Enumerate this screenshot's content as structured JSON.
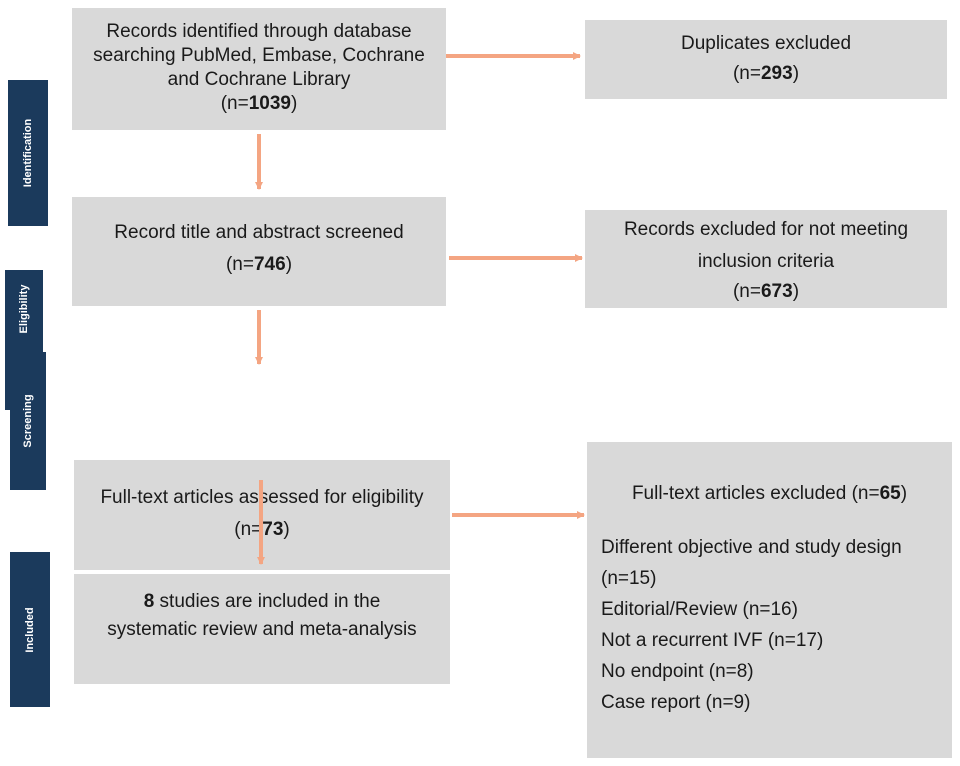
{
  "stages": {
    "identification": "Identification",
    "eligibility": "Eligibility",
    "screening": "Screening",
    "included": "Included"
  },
  "boxes": {
    "records_identified": {
      "line1": "Records identified through database",
      "line2": "searching PubMed, Embase, Cochrane",
      "line3": "and Cochrane Library",
      "count_prefix": "(n=",
      "count": "1039",
      "count_suffix": ")"
    },
    "duplicates": {
      "line1": "Duplicates excluded",
      "count_prefix": "(n=",
      "count": "293",
      "count_suffix": ")"
    },
    "screened": {
      "line1": "Record title and abstract screened",
      "count_prefix": "(n=",
      "count": "746",
      "count_suffix": ")"
    },
    "excluded_criteria": {
      "line1": "Records excluded for not meeting",
      "line2": "inclusion criteria",
      "count_prefix": "(n=",
      "count": "673",
      "count_suffix": ")"
    },
    "fulltext_assessed": {
      "line1": "Full-text articles assessed for eligibility",
      "count_prefix": "(n=",
      "count": "73",
      "count_suffix": ")"
    },
    "included": {
      "count": "8",
      "line1_rest": " studies are included in the",
      "line2": "systematic review and meta-analysis"
    },
    "fulltext_excluded": {
      "title_prefix": "Full-text articles excluded (n=",
      "count": "65",
      "title_suffix": ")",
      "reasons": [
        "Different objective and study design",
        "(n=15)",
        "Editorial/Review (n=16)",
        "Not a recurrent IVF (n=17)",
        "No endpoint (n=8)",
        "Case report (n=9)"
      ]
    }
  },
  "colors": {
    "box_fill": "#d9d9d9",
    "arrow": "#f4a582",
    "stage_fill": "#1b3a5c"
  }
}
